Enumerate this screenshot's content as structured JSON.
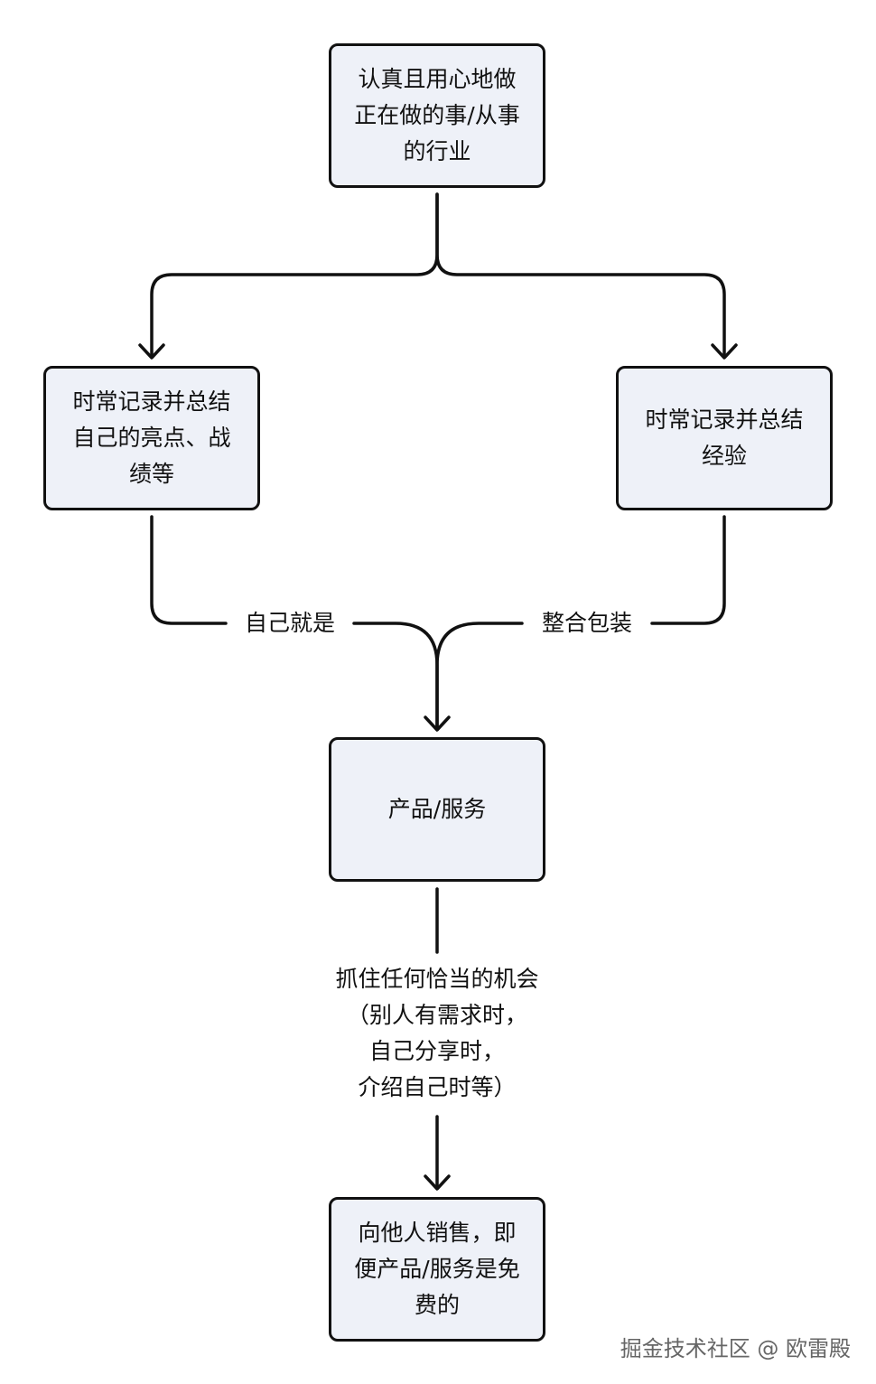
{
  "nodes": {
    "start": "认真且用心地做\n正在做的事/从事\n的行业",
    "left": "时常记录并总结\n自己的亮点、战\n绩等",
    "right": "时常记录并总结\n经验",
    "product": "产品/服务",
    "sell": "向他人销售，即\n便产品/服务是免\n费的"
  },
  "edge_labels": {
    "left_merge": "自己就是",
    "right_merge": "整合包装",
    "opportunity": "抓住任何恰当的机会\n（别人有需求时，\n自己分享时，\n介绍自己时等）"
  },
  "watermark": "掘金技术社区 @ 欧雷殿",
  "colors": {
    "node_fill": "#eef1f8",
    "stroke": "#111111",
    "background": "#ffffff"
  }
}
